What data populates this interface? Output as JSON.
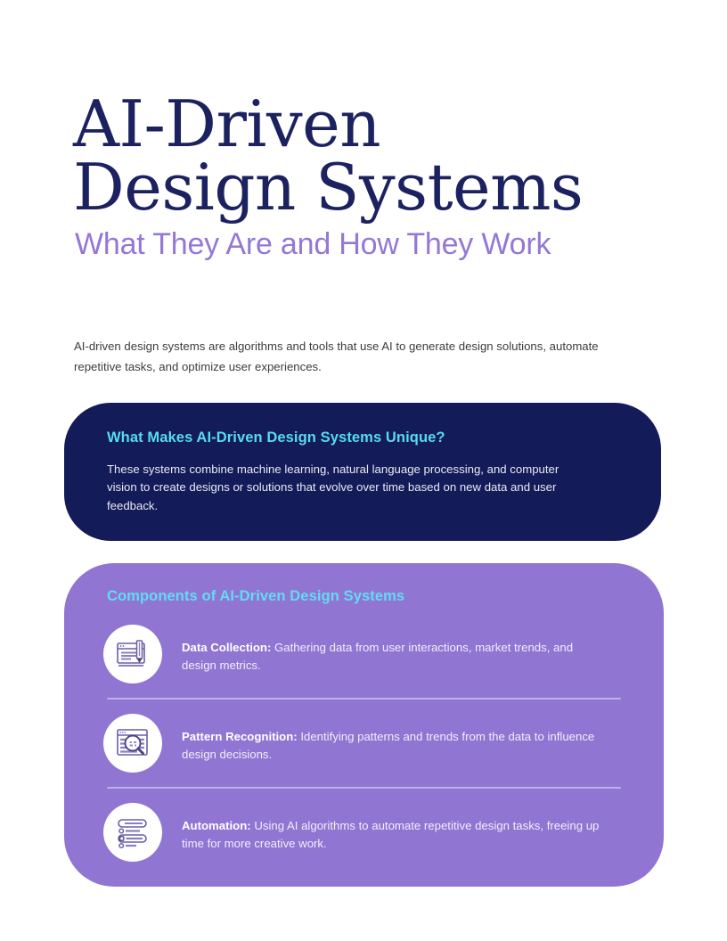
{
  "document": {
    "title": "AI-Driven\nDesign Systems",
    "subtitle": "What They Are and How They Work",
    "intro": "AI-driven design systems are algorithms and tools that use AI to generate design solutions, automate repetitive tasks, and optimize user experiences."
  },
  "unique_card": {
    "heading": "What Makes AI-Driven Design Systems Unique?",
    "body": "These systems combine machine learning, natural language processing, and computer vision to create designs or solutions that evolve over time based on new data and user feedback."
  },
  "components_card": {
    "heading": "Components of AI-Driven Design Systems",
    "items": [
      {
        "icon": "document-pen-icon",
        "term": "Data Collection:",
        "description": " Gathering data from user interactions, market trends, and design metrics."
      },
      {
        "icon": "magnifier-window-icon",
        "term": "Pattern Recognition:",
        "description": " Identifying patterns and trends from the data to influence design decisions."
      },
      {
        "icon": "checklist-toggle-icon",
        "term": "Automation:",
        "description": " Using AI algorithms to automate repetitive design tasks, freeing up time for more creative work."
      }
    ]
  },
  "colors": {
    "navy": "#131b58",
    "purple": "#9175d3",
    "cyan": "#56dcee",
    "subtitle_purple": "#9477d6",
    "page_background": "#ffffff",
    "divider": "#bcb0e8",
    "icon_line": "#6b5ea8"
  }
}
